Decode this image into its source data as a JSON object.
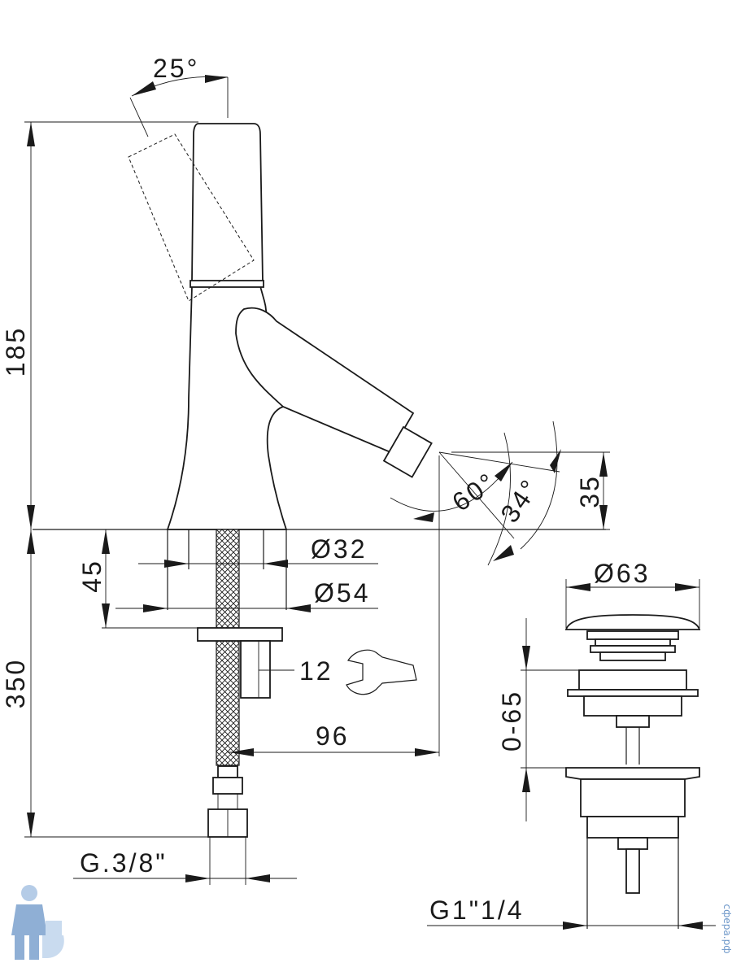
{
  "diagram": {
    "faucet_dimensions": {
      "height_total": "185",
      "below_deck_45": "45",
      "hose_length": "350",
      "handle_angle": "25°",
      "spout_angle_60": "60°",
      "spout_angle_34": "34°",
      "spout_height": "35",
      "diameter_32": "Ø32",
      "diameter_54": "Ø54",
      "wrench_size": "12",
      "reach": "96",
      "connection_thread": "G.3/8\""
    },
    "drain_dimensions": {
      "cap_diameter": "Ø63",
      "deck_thickness": "0-65",
      "drain_thread": "G1\"1/4"
    },
    "watermark": "сфера.рф"
  }
}
